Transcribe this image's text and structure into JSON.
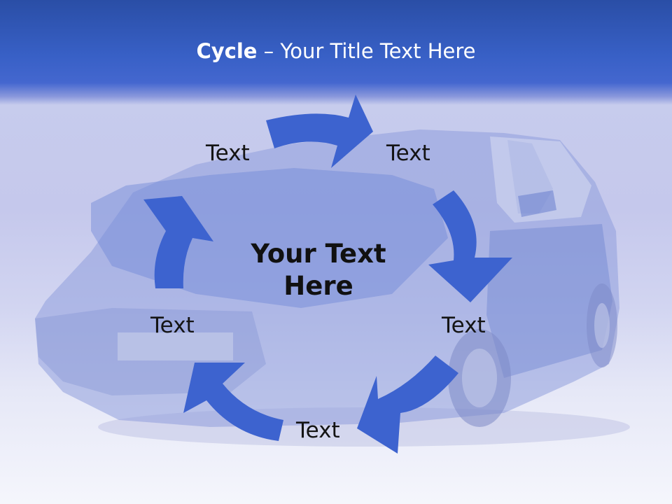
{
  "slide": {
    "title_bold": "Cycle",
    "title_rest": " – Your Title Text Here",
    "center_text_line1": "Your Text",
    "center_text_line2": "Here",
    "labels": [
      "Text",
      "Text",
      "Text",
      "Text",
      "Text"
    ]
  },
  "colors": {
    "arrow": "#3d63cf",
    "header": "#3860c6",
    "text": "#141414"
  }
}
